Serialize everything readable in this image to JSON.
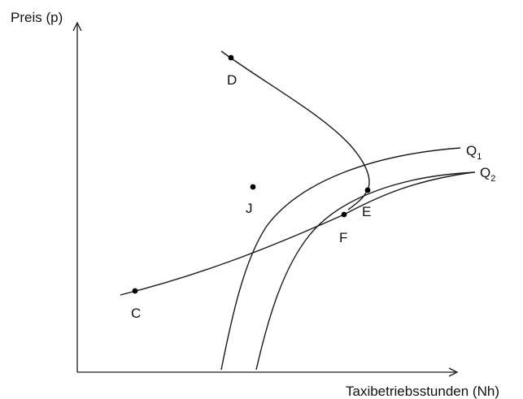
{
  "axes": {
    "y_label": "Preis (p)",
    "x_label": "Taxibetriebsstunden (Nh)"
  },
  "curves": {
    "q1": {
      "main": "Q",
      "sub": "1"
    },
    "q2": {
      "main": "Q",
      "sub": "2"
    }
  },
  "points": {
    "d": "D",
    "e": "E",
    "f": "F",
    "c": "C",
    "j": "J"
  },
  "colors": {
    "ink": "#1a1a1a",
    "background": "#ffffff"
  }
}
